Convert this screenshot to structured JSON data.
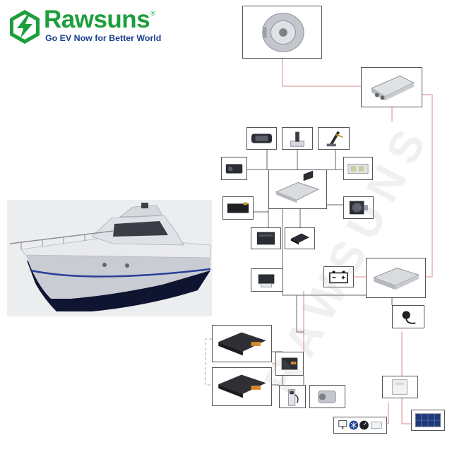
{
  "brand": {
    "name": "Rawsuns",
    "registered_mark": "®",
    "tagline": "Go EV Now for Better World"
  },
  "watermark": "RAWSUNS",
  "colors": {
    "brand_green": "#1d9e3c",
    "brand_blue": "#1b3f8f",
    "high_voltage_wire": "#d98a8a",
    "low_voltage_wire": "#555555"
  },
  "icons": [
    "motor-icon",
    "motor-controller-icon",
    "display-icon",
    "gear-shifter-icon",
    "throttle-pedal-icon",
    "relay-module-icon",
    "connector-box-icon",
    "vehicle-control-unit-icon",
    "black-module-icon",
    "fan-icon",
    "dc-dc-converter-icon",
    "small-controller-icon",
    "battery-symbol-icon",
    "power-distribution-unit-icon",
    "bms-icon",
    "plug-icon",
    "battery-pack-icon",
    "charger-icon",
    "charging-station-icon",
    "ac-compressor-icon",
    "solar-controller-icon",
    "solar-panel-icon",
    "monitor-icon",
    "snowflake-icon",
    "gauge-icon",
    "plate-icon"
  ]
}
